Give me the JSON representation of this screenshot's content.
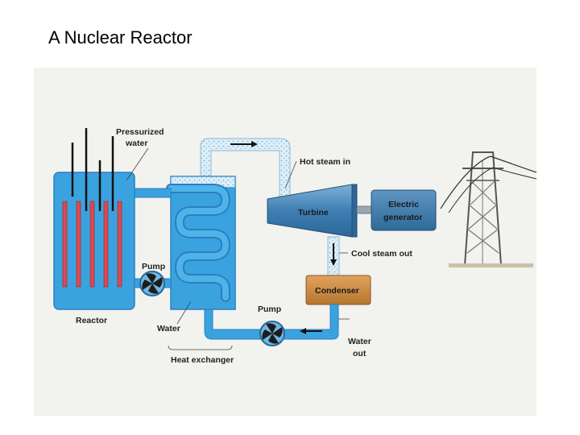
{
  "title": "A Nuclear Reactor",
  "diagram": {
    "labels": {
      "pressurized_water_line1": "Pressurized",
      "pressurized_water_line2": "water",
      "hot_steam_in": "Hot steam in",
      "turbine": "Turbine",
      "electric_generator_line1": "Electric",
      "electric_generator_line2": "generator",
      "cool_steam_out": "Cool steam out",
      "condenser": "Condenser",
      "pump_reactor": "Pump",
      "pump_return": "Pump",
      "reactor": "Reactor",
      "water": "Water",
      "heat_exchanger": "Heat exchanger",
      "water_out_line1": "Water",
      "water_out_line2": "out"
    },
    "colors": {
      "background": "#f2f2ef",
      "water_blue": "#3aa3df",
      "water_dark": "#2a7fbf",
      "steam": "#d8ecf7",
      "fuel_rods": "#d84a52",
      "turbine": "#4f8ab8",
      "generator": "#3f79a8",
      "condenser": "#c98a44",
      "tower": "#7a7a7a"
    }
  }
}
